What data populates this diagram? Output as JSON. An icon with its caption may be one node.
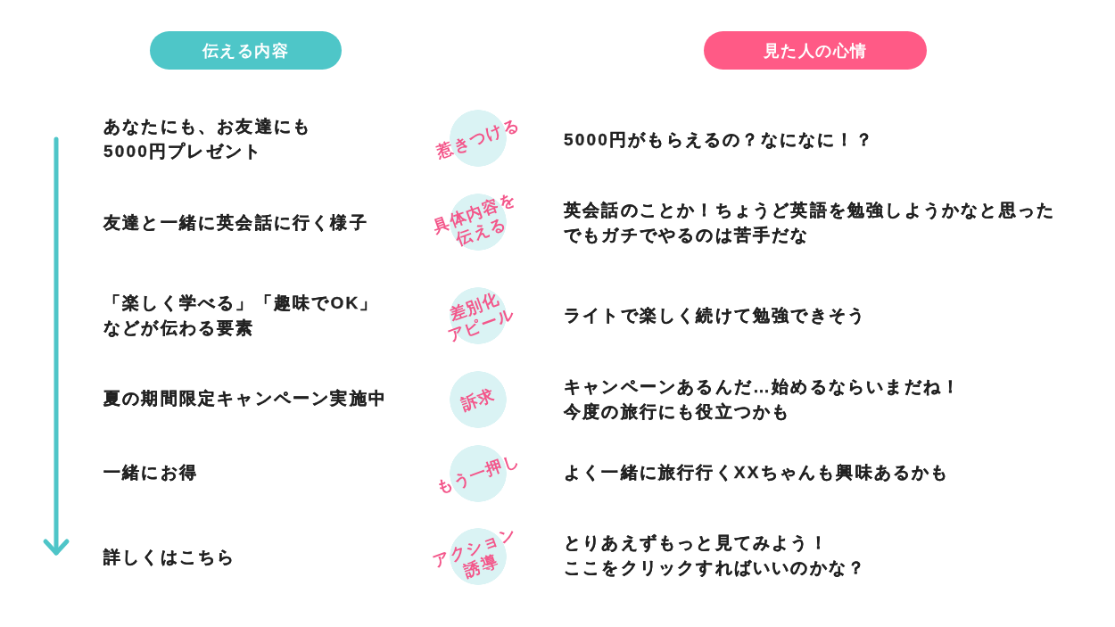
{
  "diagram": {
    "nodes": [
      {
        "text": [
          "伝える内容"
        ]
      },
      {
        "text": [
          "見た人の心情"
        ]
      },
      {
        "text": [
          "惹きつける"
        ]
      },
      {
        "text": [
          "具体内容を伝える"
        ]
      },
      {
        "text": [
          "差別化アピール"
        ]
      },
      {
        "text": [
          "訴求"
        ]
      },
      {
        "text": [
          "もう一押し"
        ]
      },
      {
        "text": [
          "アクション誘導"
        ]
      }
    ],
    "labels": [
      "あなたにも、お友達にも5000円プレゼント",
      "5000円がもらえるの？なになに！？",
      "友達と一緒に英会話に行く様子",
      "英会話のことか！ちょうど英語を勉強しようかなと思ったでもガチでやるのは苦手だな",
      "「楽しく学べる」「趣味でOK」などが伝わる要素",
      "ライトで楽しく続けて勉強できそう",
      "夏の期間限定キャンペーン実施中",
      "キャンペーンあるんだ…始めるならいまだね！今度の旅行にも役立つかも",
      "一緒にお得",
      "よく一緒に旅行行くXXちゃんも興味あるかも",
      "詳しくはこちら",
      "とりあえずもっと見てみよう！ここをクリックすればいいのかな？"
    ]
  }
}
